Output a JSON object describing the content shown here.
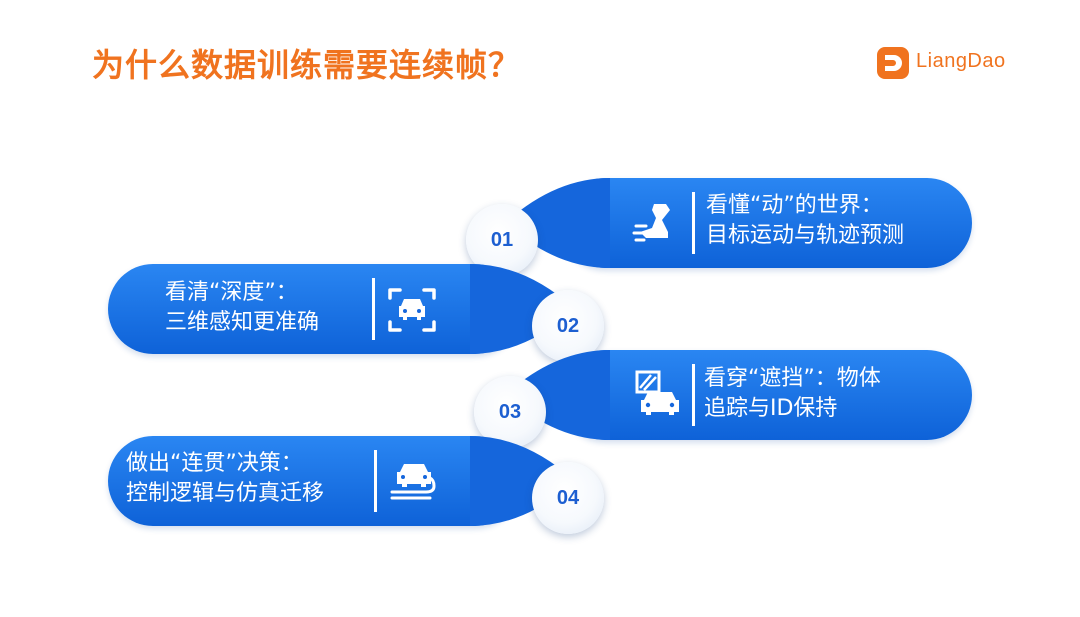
{
  "title": "为什么数据训练需要连续帧？",
  "logo": {
    "text": "LiangDao",
    "mark_color": "#f0731f"
  },
  "colors": {
    "accent": "#f0731f",
    "pill": "#1a73e8",
    "number": "#1d5fd1"
  },
  "items": [
    {
      "number": "01",
      "line1": "看懂“动”的世界：",
      "line2": "目标运动与轨迹预测",
      "icon": "running-shoe-icon"
    },
    {
      "number": "02",
      "line1": "看清“深度”：",
      "line2": "三维感知更准确",
      "icon": "car-scan-icon"
    },
    {
      "number": "03",
      "line1": "看穿“遮挡”：物体",
      "line2": "追踪与ID保持",
      "icon": "car-occlusion-icon"
    },
    {
      "number": "04",
      "line1": "做出“连贯”决策：",
      "line2": "控制逻辑与仿真迁移",
      "icon": "car-path-icon"
    }
  ]
}
